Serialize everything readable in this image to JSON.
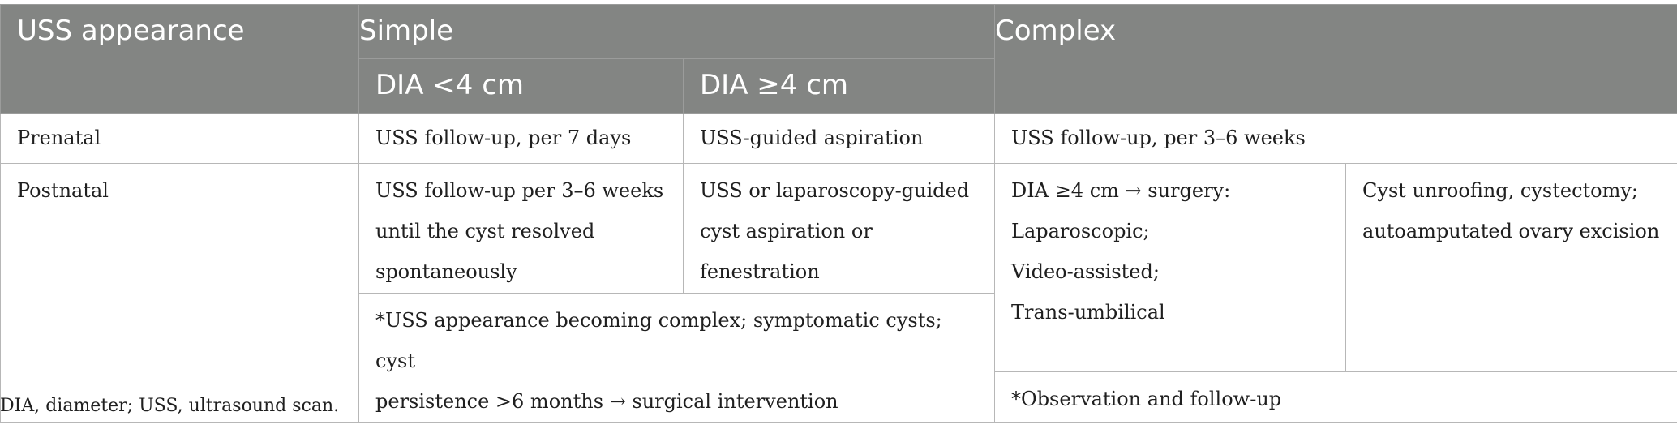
{
  "table": {
    "headers": {
      "uss_appearance": "USS appearance",
      "simple": "Simple",
      "complex": "Complex",
      "dia_small": "DIA <4 cm",
      "dia_large": "DIA ≥4 cm"
    },
    "prenatal": {
      "label": "Prenatal",
      "simple_small": "USS follow-up, per 7 days",
      "simple_large": "USS-guided aspiration",
      "complex": "USS follow-up, per 3–6 weeks"
    },
    "postnatal": {
      "label": "Postnatal",
      "simple_small": [
        "USS follow-up per 3–6 weeks",
        "until the cyst resolved",
        "spontaneously"
      ],
      "simple_large": [
        "USS or laparoscopy-guided",
        "cyst aspiration or",
        "fenestration"
      ],
      "simple_note": [
        "*USS appearance becoming complex; symptomatic cysts; cyst",
        "persistence >6 months → surgical intervention"
      ],
      "complex_surgery": [
        "DIA ≥4 cm → surgery:",
        "Laparoscopic;",
        "Video-assisted;",
        "Trans-umbilical"
      ],
      "complex_procedures": [
        "Cyst unroofing, cystectomy;",
        "autoamputated ovary excision"
      ],
      "complex_note": "*Observation and follow-up"
    }
  },
  "footnote": "DIA, diameter; USS, ultrasound scan."
}
